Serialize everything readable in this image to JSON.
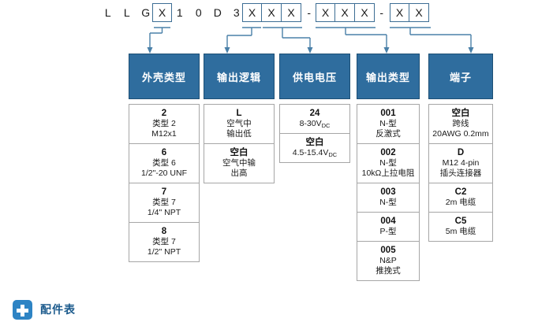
{
  "part_number": {
    "segments": [
      {
        "type": "char",
        "text": "L"
      },
      {
        "type": "char",
        "text": "L"
      },
      {
        "type": "char",
        "text": "G"
      },
      {
        "type": "box",
        "text": "X"
      },
      {
        "type": "char",
        "text": "1"
      },
      {
        "type": "char",
        "text": "0"
      },
      {
        "type": "char",
        "text": "D"
      },
      {
        "type": "char",
        "text": "3"
      },
      {
        "type": "box",
        "text": "X"
      },
      {
        "type": "box",
        "text": "X"
      },
      {
        "type": "box",
        "text": "X"
      },
      {
        "type": "char",
        "text": "-"
      },
      {
        "type": "box",
        "text": "X"
      },
      {
        "type": "box",
        "text": "X"
      },
      {
        "type": "box",
        "text": "X"
      },
      {
        "type": "char",
        "text": "-"
      },
      {
        "type": "box",
        "text": "X"
      },
      {
        "type": "box",
        "text": "X"
      }
    ]
  },
  "colors": {
    "header_blue": "#2f6d9e",
    "wire_blue": "#4a80a8",
    "badge_blue": "#2e84c4",
    "label_blue": "#1b5a8c",
    "cell_border": "#a6a6a6"
  },
  "columns": [
    {
      "id": "housing-type",
      "header": "外壳类型",
      "options": [
        {
          "code": "2",
          "lines": [
            "类型 2",
            "M12x1"
          ]
        },
        {
          "code": "6",
          "lines": [
            "类型 6",
            "1/2\"-20 UNF"
          ]
        },
        {
          "code": "7",
          "lines": [
            "类型 7",
            "1/4\" NPT"
          ]
        },
        {
          "code": "8",
          "lines": [
            "类型 7",
            "1/2\" NPT"
          ]
        }
      ]
    },
    {
      "id": "output-logic",
      "header": "输出逻辑",
      "options": [
        {
          "code": "L",
          "lines": [
            "空气中",
            "输出低"
          ]
        },
        {
          "code": "空白",
          "lines": [
            "空气中输",
            "出高"
          ]
        }
      ]
    },
    {
      "id": "supply-voltage",
      "header": "供电电压",
      "options": [
        {
          "code": "24",
          "lines": [
            "8-30V<sub>DC</sub>"
          ]
        },
        {
          "code": "空白",
          "lines": [
            "4.5-15.4V<sub>DC</sub>"
          ]
        }
      ]
    },
    {
      "id": "output-type",
      "header": "输出类型",
      "options": [
        {
          "code": "001",
          "lines": [
            "N-型",
            "反激式"
          ]
        },
        {
          "code": "002",
          "lines": [
            "N-型",
            "10kΩ上拉电阻"
          ]
        },
        {
          "code": "003",
          "lines": [
            "N-型"
          ]
        },
        {
          "code": "004",
          "lines": [
            "P-型"
          ]
        },
        {
          "code": "005",
          "lines": [
            "N&P",
            "推挽式"
          ]
        }
      ]
    },
    {
      "id": "terminal",
      "header": "端子",
      "options": [
        {
          "code": "空白",
          "lines": [
            "跨线",
            "20AWG 0.2mm"
          ]
        },
        {
          "code": "D",
          "lines": [
            "M12 4-pin",
            "插头连接器"
          ]
        },
        {
          "code": "C2",
          "lines": [
            "2m 电缆"
          ]
        },
        {
          "code": "C5",
          "lines": [
            "5m 电缆"
          ]
        }
      ]
    }
  ],
  "footer": {
    "icon": "plus-icon",
    "label": "配件表"
  }
}
